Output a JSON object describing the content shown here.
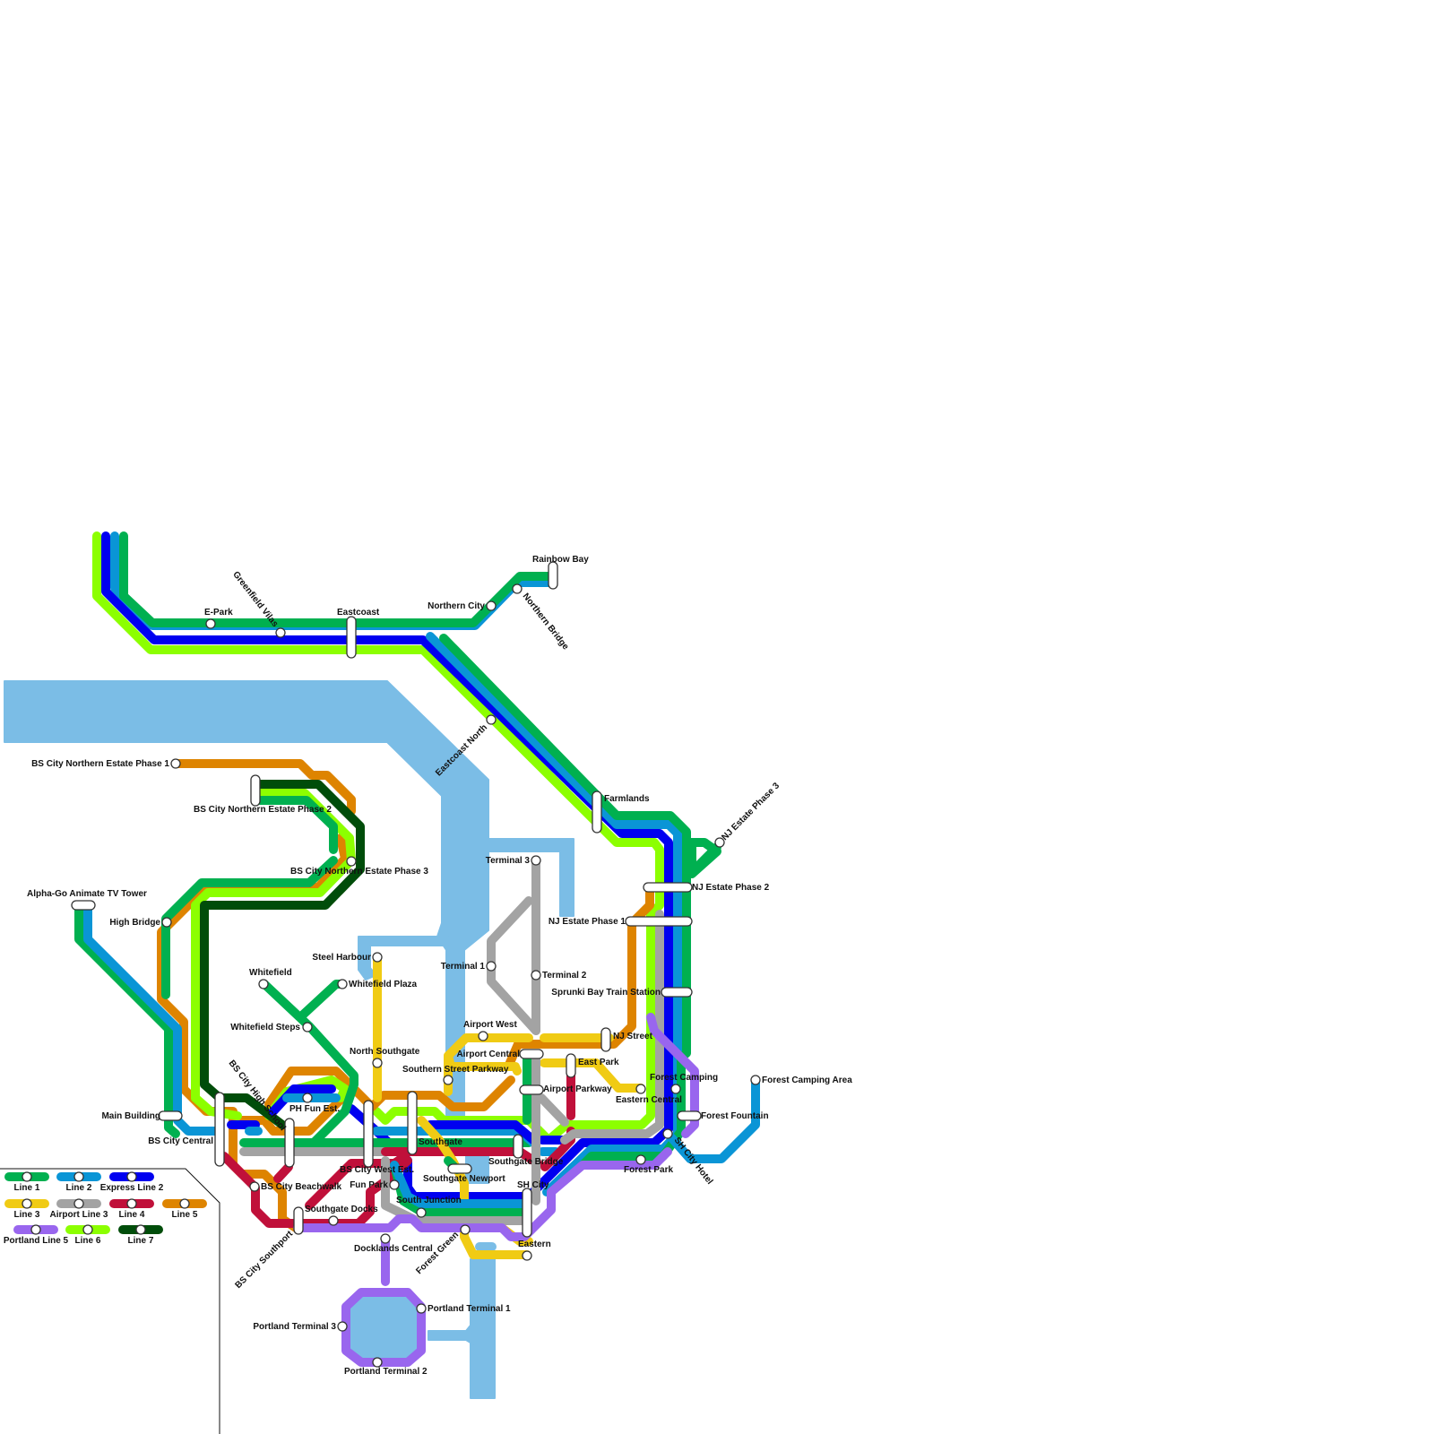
{
  "map": {
    "title": "Transit Network Map",
    "water_color": "#7BBDE6",
    "station_fill": "#ffffff",
    "station_stroke": "#333333"
  },
  "lines": [
    {
      "id": "line1",
      "name": "Line 1",
      "color": "#00B050"
    },
    {
      "id": "line2",
      "name": "Line 2",
      "color": "#0A95D6"
    },
    {
      "id": "express2",
      "name": "Express Line 2",
      "color": "#0000F0"
    },
    {
      "id": "line3",
      "name": "Line 3",
      "color": "#F0CB14"
    },
    {
      "id": "airport3",
      "name": "Airport Line 3",
      "color": "#A3A3A3"
    },
    {
      "id": "line4",
      "name": "Line 4",
      "color": "#C0103A"
    },
    {
      "id": "line5",
      "name": "Line 5",
      "color": "#DE8400"
    },
    {
      "id": "portland5",
      "name": "Portland Line 5",
      "color": "#9966EE"
    },
    {
      "id": "line6",
      "name": "Line 6",
      "color": "#8CFF00"
    },
    {
      "id": "line7",
      "name": "Line 7",
      "color": "#004D0A"
    }
  ],
  "legend": {
    "rows": [
      [
        "Line 1",
        "Line 2",
        "Express Line 2"
      ],
      [
        "Line 3",
        "Airport Line 3",
        "Line 4",
        "Line 5"
      ],
      [
        "Portland Line 5",
        "Line 6",
        "Line 7"
      ]
    ]
  },
  "stations": [
    {
      "name": "Rainbow Bay",
      "type": "interchange"
    },
    {
      "name": "Northern City",
      "type": "stop"
    },
    {
      "name": "Northern Bridge",
      "type": "stop"
    },
    {
      "name": "E-Park",
      "type": "stop"
    },
    {
      "name": "Greenfield Vilas",
      "type": "stop"
    },
    {
      "name": "Eastcoast",
      "type": "interchange"
    },
    {
      "name": "Eastcoast North",
      "type": "stop"
    },
    {
      "name": "Farmlands",
      "type": "interchange"
    },
    {
      "name": "NJ Estate Phase 3",
      "type": "stop"
    },
    {
      "name": "NJ Estate Phase 2",
      "type": "interchange"
    },
    {
      "name": "NJ Estate Phase 1",
      "type": "interchange"
    },
    {
      "name": "Sprunki Bay Train Station",
      "type": "interchange"
    },
    {
      "name": "Terminal 3",
      "type": "stop"
    },
    {
      "name": "Terminal 2",
      "type": "stop"
    },
    {
      "name": "Terminal 1",
      "type": "stop"
    },
    {
      "name": "BS City Northern Estate Phase 1",
      "type": "stop"
    },
    {
      "name": "BS City Northern Estate Phase 2",
      "type": "interchange"
    },
    {
      "name": "BS City Northern Estate Phase 3",
      "type": "stop"
    },
    {
      "name": "Alpha-Go Animate TV Tower",
      "type": "interchange"
    },
    {
      "name": "High Bridge",
      "type": "stop"
    },
    {
      "name": "Steel Harbour",
      "type": "stop"
    },
    {
      "name": "Whitefield",
      "type": "stop"
    },
    {
      "name": "Whitefield Plaza",
      "type": "stop"
    },
    {
      "name": "Whitefield Steps",
      "type": "stop"
    },
    {
      "name": "North Southgate",
      "type": "stop"
    },
    {
      "name": "Airport West",
      "type": "stop"
    },
    {
      "name": "Airport Central",
      "type": "interchange"
    },
    {
      "name": "Southern Street Parkway",
      "type": "stop"
    },
    {
      "name": "NJ Street",
      "type": "interchange"
    },
    {
      "name": "East Park",
      "type": "interchange"
    },
    {
      "name": "Airport Parkway",
      "type": "interchange"
    },
    {
      "name": "Eastern Central",
      "type": "stop"
    },
    {
      "name": "Forest Camping",
      "type": "stop"
    },
    {
      "name": "Forest Camping Area",
      "type": "stop"
    },
    {
      "name": "Forest Fountain",
      "type": "interchange"
    },
    {
      "name": "BS City High School",
      "type": "interchange"
    },
    {
      "name": "PH Fun Est.",
      "type": "stop"
    },
    {
      "name": "Main Building",
      "type": "interchange"
    },
    {
      "name": "BS City Central",
      "type": "interchange"
    },
    {
      "name": "Southgate",
      "type": "interchange"
    },
    {
      "name": "Southgate Bridge",
      "type": "interchange"
    },
    {
      "name": "SH City Hotel",
      "type": "stop"
    },
    {
      "name": "Forest Park",
      "type": "stop"
    },
    {
      "name": "BS City West Est.",
      "type": "interchange"
    },
    {
      "name": "Southgate Newport",
      "type": "interchange"
    },
    {
      "name": "BS City Beachwalk",
      "type": "stop"
    },
    {
      "name": "Fun Park",
      "type": "stop"
    },
    {
      "name": "South Junction",
      "type": "stop"
    },
    {
      "name": "SH City",
      "type": "interchange"
    },
    {
      "name": "Southgate Docks",
      "type": "stop"
    },
    {
      "name": "BS City Southport",
      "type": "interchange"
    },
    {
      "name": "Docklands Central",
      "type": "stop"
    },
    {
      "name": "Forest Green",
      "type": "stop"
    },
    {
      "name": "Eastern",
      "type": "stop"
    },
    {
      "name": "Portland Terminal 1",
      "type": "stop"
    },
    {
      "name": "Portland Terminal 2",
      "type": "stop"
    },
    {
      "name": "Portland Terminal 3",
      "type": "stop"
    }
  ]
}
